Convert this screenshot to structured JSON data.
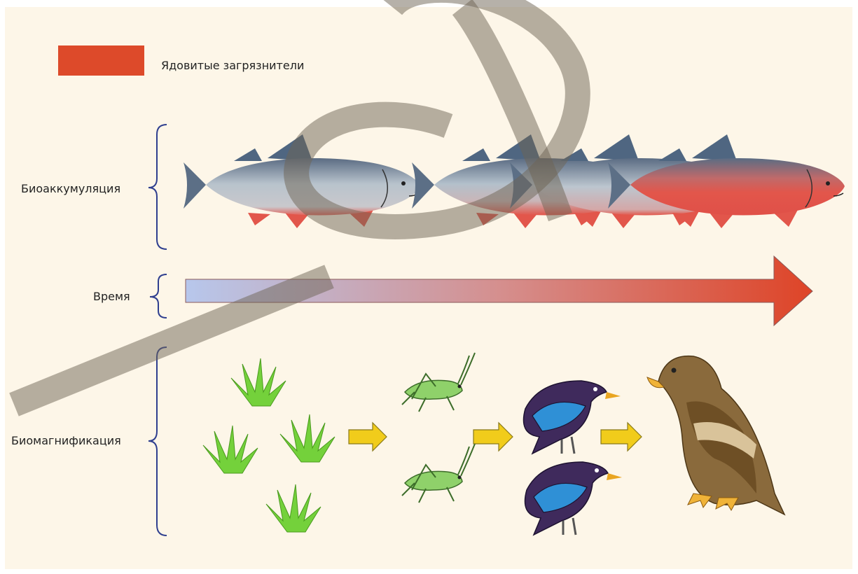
{
  "legend": {
    "label": "Ядовитые загрязнители",
    "swatch_color": "#dd4a2a"
  },
  "rows": {
    "bioaccumulation": "Биоаккумуляция",
    "time": "Время",
    "biomagnification": "Биомагнификация"
  },
  "colors": {
    "background": "#fdf6e8",
    "bracket": "#2f3f8f",
    "fish_back": "#5c6f86",
    "fish_belly": "#e2564b",
    "arrow_start": "#b7c7ec",
    "arrow_end": "#de4427",
    "chain_arrow": "#f1cc1b",
    "grass": "#74d13b",
    "grasshopper": "#8fd16a",
    "bird_body": "#3f2a5c",
    "bird_wing": "#2f90d6",
    "eagle": "#8a6a3c",
    "watermark": "#6e6354"
  },
  "food_chain": [
    "grass-icon",
    "grasshopper-icon",
    "bird-icon",
    "eagle-icon"
  ],
  "watermark_text": "ay"
}
